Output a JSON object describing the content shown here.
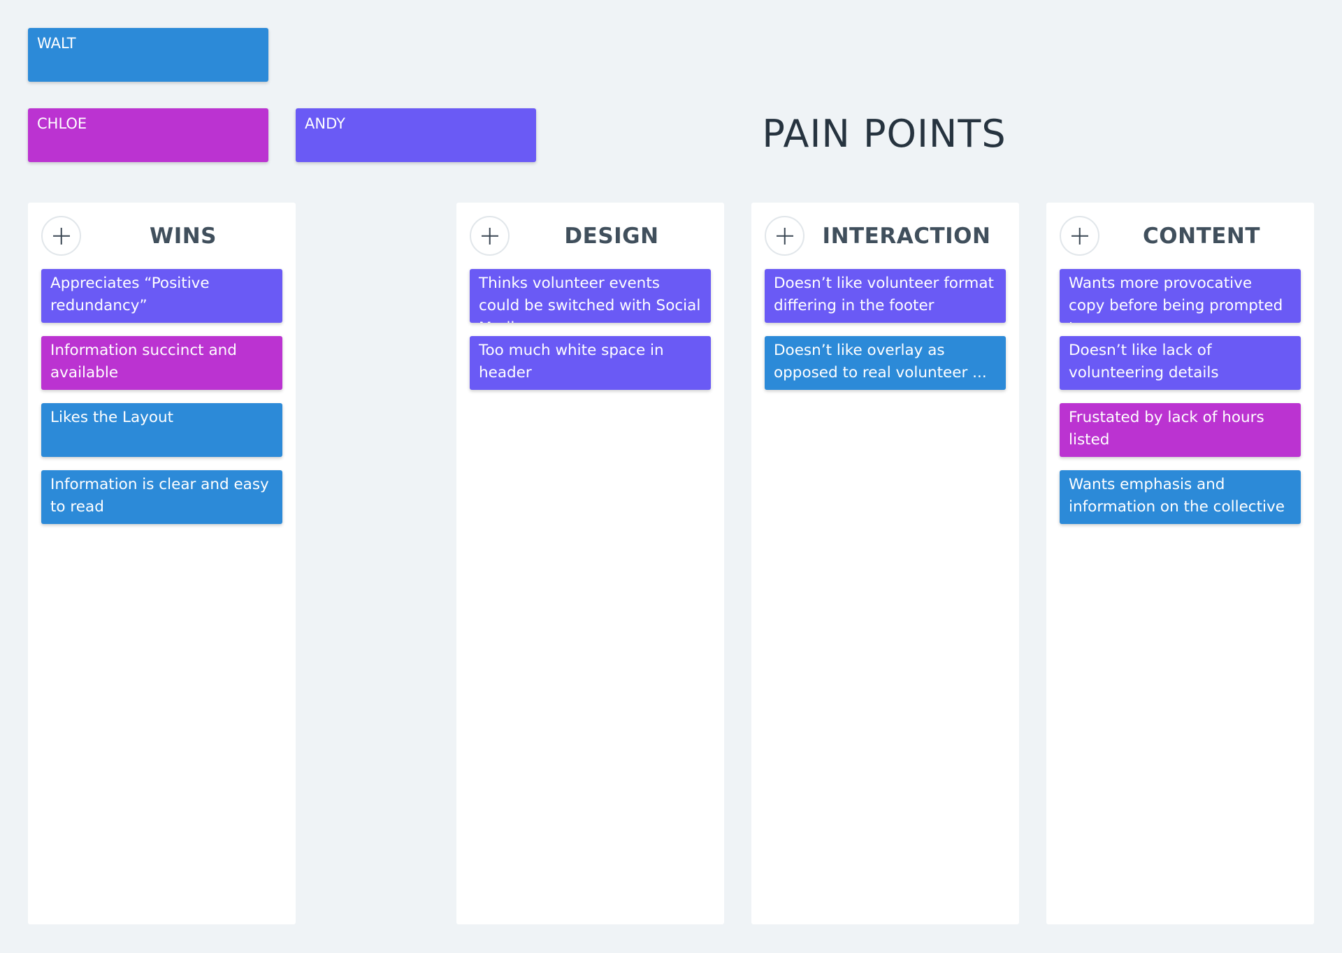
{
  "colors": {
    "background": "#eff3f6",
    "blue": "#2c8ad8",
    "magenta": "#bb33d1",
    "purple": "#6a5af5",
    "column": "#ffffff",
    "title_text": "#26333f"
  },
  "personas": {
    "walt": "WALT",
    "chloe": "CHLOE",
    "andy": "ANDY"
  },
  "board_title": "PAIN POINTS",
  "columns": [
    {
      "title": "WINS",
      "add_icon": "plus-icon",
      "cards": [
        {
          "text": "Appreciates “Positive redundancy”",
          "color": "purple"
        },
        {
          "text": "Information succinct and available",
          "color": "magenta"
        },
        {
          "text": "Likes the Layout",
          "color": "blue"
        },
        {
          "text": "Information is clear and easy to read",
          "color": "blue"
        }
      ]
    },
    {
      "title": "DESIGN",
      "add_icon": "plus-icon",
      "cards": [
        {
          "text": "Thinks volunteer events could be switched with Social Media",
          "color": "purple"
        },
        {
          "text": "Too much white space in header",
          "color": "purple"
        }
      ]
    },
    {
      "title": "INTERACTION",
      "add_icon": "plus-icon",
      "cards": [
        {
          "text": "Doesn’t like volunteer format differing in the footer",
          "color": "purple"
        },
        {
          "text": "Doesn’t like overlay as opposed to real volunteer ...",
          "color": "blue"
        }
      ]
    },
    {
      "title": "CONTENT",
      "add_icon": "plus-icon",
      "cards": [
        {
          "text": "Wants more provocative copy before being prompted to ...",
          "color": "purple"
        },
        {
          "text": "Doesn’t like lack of volunteering details",
          "color": "purple"
        },
        {
          "text": "Frustated by lack of hours listed",
          "color": "magenta"
        },
        {
          "text": "Wants emphasis and information on the collective ...",
          "color": "blue"
        }
      ]
    }
  ]
}
